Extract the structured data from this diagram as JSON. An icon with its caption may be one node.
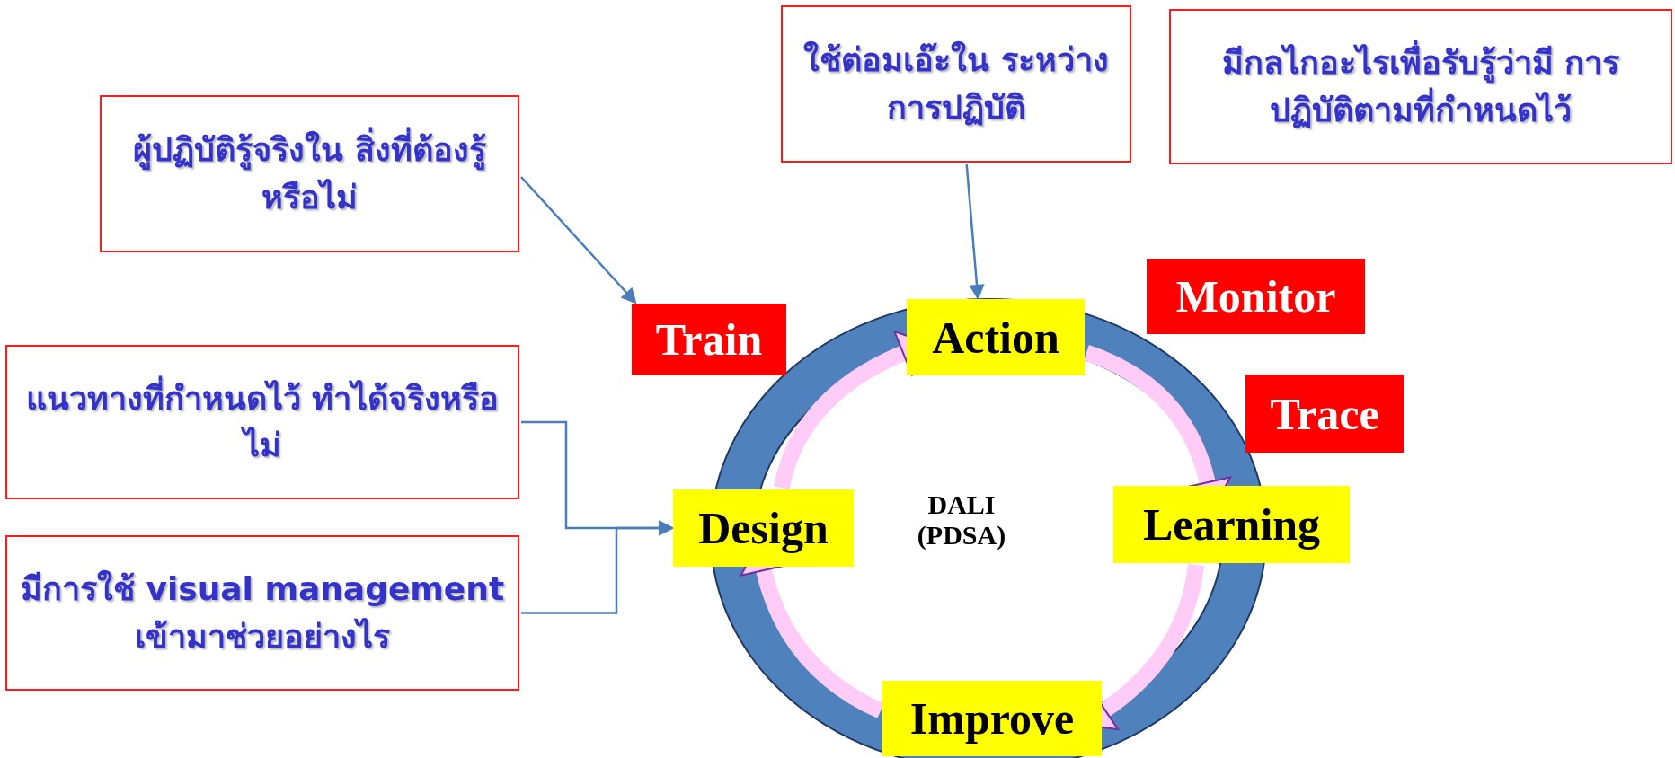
{
  "diagram": {
    "nodes": [
      {
        "text": [
          "ผู้ปฏิบัติรู้จริงใน สิ่งที่ต้องรู้หรือไม่"
        ]
      },
      {
        "text": [
          "ใช้ต่อมเอ๊ะใน ระหว่างการปฏิบัติ"
        ]
      },
      {
        "text": [
          "มีกลไกอะไรเพื่อรับรู้ว่ามี การปฏิบัติตามที่กำหนดไว้"
        ]
      },
      {
        "text": [
          "แนวทางที่กำหนดไว้ ทำได้จริงหรือไม่"
        ]
      },
      {
        "text": [
          "มีการใช้ visual management เข้ามาช่วยอย่างไร"
        ]
      },
      {
        "text": [
          "Train"
        ]
      },
      {
        "text": [
          "Action"
        ]
      },
      {
        "text": [
          "Monitor"
        ]
      },
      {
        "text": [
          "Trace"
        ]
      },
      {
        "text": [
          "Learning"
        ]
      },
      {
        "text": [
          "Design"
        ]
      },
      {
        "text": [
          "Improve"
        ]
      }
    ],
    "edges": [
      {
        "from": 0,
        "to": 5,
        "arrow": "to"
      },
      {
        "from": 1,
        "to": 6,
        "arrow": "to"
      },
      {
        "from": 3,
        "to": 10,
        "arrow": "to"
      },
      {
        "from": 4,
        "to": 10,
        "arrow": "to"
      },
      {
        "from": 10,
        "to": 6,
        "arrow": "to",
        "style": "thick",
        "color": "#ffccf7"
      },
      {
        "from": 6,
        "to": 9,
        "arrow": "to",
        "style": "thick",
        "color": "#ffccf7"
      },
      {
        "from": 9,
        "to": 11,
        "arrow": "to",
        "style": "thick",
        "color": "#ffccf7"
      },
      {
        "from": 11,
        "to": 10,
        "arrow": "to",
        "style": "thick",
        "color": "#ffccf7"
      }
    ],
    "labels": [
      "DALI (PDSA)"
    ]
  }
}
